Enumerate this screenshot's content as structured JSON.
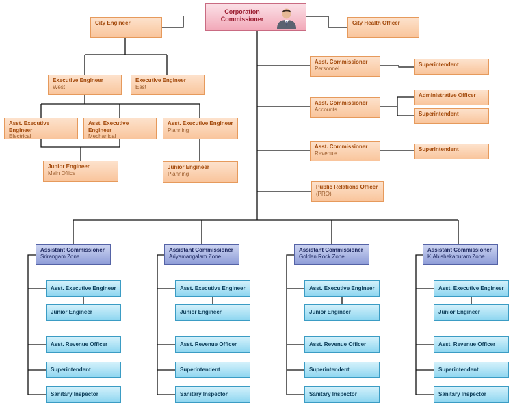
{
  "top": {
    "corporation_commissioner": "Corporation\nCommissioner",
    "city_engineer": "City Engineer",
    "city_health_officer": "City Health Officer"
  },
  "engineering": {
    "ee_west_title": "Executive Engineer",
    "ee_west_sub": "West",
    "ee_east_title": "Executive Engineer",
    "ee_east_sub": "East",
    "aee_electrical_title": "Asst. Executive Engineer",
    "aee_electrical_sub": "Electrical",
    "aee_mechanical_title": "Asst. Executive Engineer",
    "aee_mechanical_sub": "Mechanical",
    "aee_planning_title": "Asst. Executive Engineer",
    "aee_planning_sub": "Planning",
    "je_main_title": "Junior Engineer",
    "je_main_sub": "Main Office",
    "je_planning_title": "Junior Engineer",
    "je_planning_sub": "Planning"
  },
  "right_branch": {
    "ac_personnel_title": "Asst. Commissioner",
    "ac_personnel_sub": "Personnel",
    "sup_personnel": "Superintendent",
    "ac_accounts_title": "Asst. Commissioner",
    "ac_accounts_sub": "Accounts",
    "admin_officer": "Administrative Officer",
    "sup_accounts": "Superintendent",
    "ac_revenue_title": "Asst. Commissioner",
    "ac_revenue_sub": "Revenue",
    "sup_revenue": "Superintendent",
    "pro_title": "Public Relations Officer",
    "pro_sub": "(PRO)"
  },
  "zones": [
    {
      "title": "Assistant Commissioner",
      "sub": "Srirangam Zone",
      "aee": "Asst. Executive Engineer",
      "je": "Junior Engineer",
      "aro": "Asst. Revenue Officer",
      "sup": "Superintendent",
      "si": "Sanitary Inspector"
    },
    {
      "title": "Assistant Commissioner",
      "sub": "Ariyamangalam Zone",
      "aee": "Asst. Executive Engineer",
      "je": "Junior Engineer",
      "aro": "Asst. Revenue Officer",
      "sup": "Superintendent",
      "si": "Sanitary Inspector"
    },
    {
      "title": "Assistant Commissioner",
      "sub": "Golden Rock Zone",
      "aee": "Asst. Executive Engineer",
      "je": "Junior Engineer",
      "aro": "Asst. Revenue Officer",
      "sup": "Superintendent",
      "si": "Sanitary Inspector"
    },
    {
      "title": "Assistant Commissioner",
      "sub": "K.Abishekapuram Zone",
      "aee": "Asst. Executive Engineer",
      "je": "Junior Engineer",
      "aro": "Asst. Revenue Officer",
      "sup": "Superintendent",
      "si": "Sanitary Inspector"
    }
  ],
  "colors": {
    "line": "#111111",
    "orange_fill": "#fbd3b3",
    "pink_fill": "#f5bac8",
    "navy_fill": "#a9b4e2",
    "cyan_fill": "#aee2f5"
  }
}
